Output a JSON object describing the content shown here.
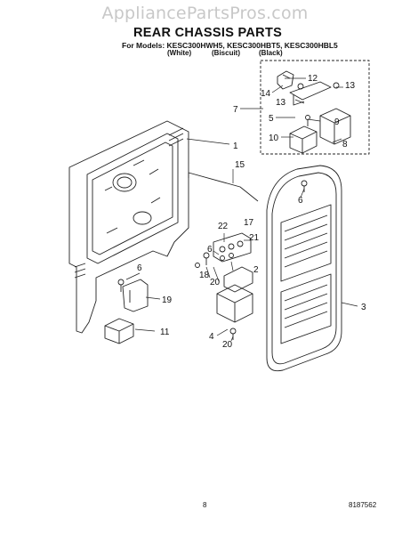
{
  "watermark": "AppliancePartsPros.com",
  "header": {
    "title": "REAR CHASSIS PARTS",
    "models_line": "For Models: KESC300HWH5, KESC300HBT5, KESC300HBL5",
    "variants": [
      "(White)",
      "(Biscuit)",
      "(Black)"
    ]
  },
  "callouts": [
    "1",
    "2",
    "3",
    "4",
    "5",
    "6",
    "6",
    "6",
    "7",
    "8",
    "9",
    "10",
    "11",
    "12",
    "13",
    "13",
    "14",
    "15",
    "17",
    "18",
    "19",
    "20",
    "20",
    "21",
    "22"
  ],
  "footer": {
    "page_number": "8",
    "doc_code": "8187562"
  }
}
